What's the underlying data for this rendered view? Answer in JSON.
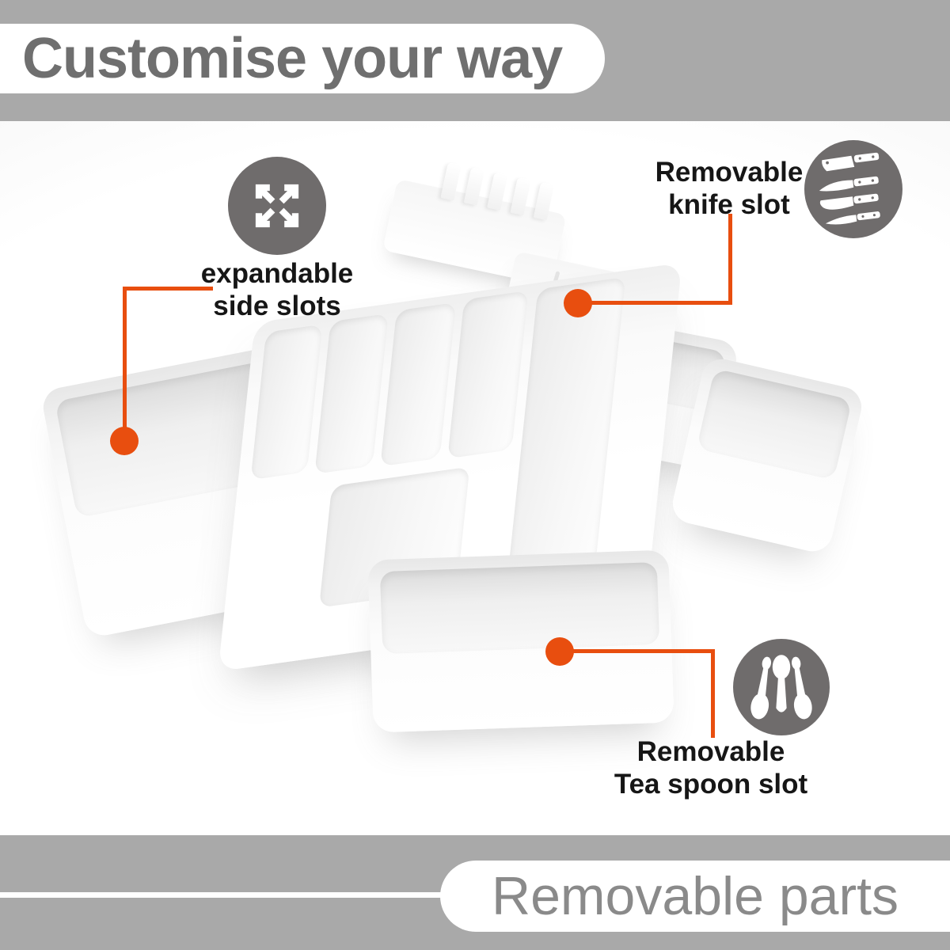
{
  "header": {
    "title": "Customise your way"
  },
  "annotations": {
    "expandable": {
      "line1": "expandable",
      "line2": "side slots",
      "icon": "expand-arrows-icon"
    },
    "knife_slot": {
      "line1": "Removable",
      "line2": "knife slot",
      "icon": "knife-set-icon"
    },
    "tea_spoon": {
      "line1": "Removable",
      "line2": "Tea spoon slot",
      "icon": "tea-spoons-icon"
    }
  },
  "footer": {
    "title": "Removable parts"
  },
  "colors": {
    "accent": "#E84E0F",
    "band": "#A9A9A9",
    "icon_circle": "#6F6C6C",
    "header_text": "#6F6F6F",
    "footer_text": "#8A8A8A",
    "label_text": "#161616"
  }
}
